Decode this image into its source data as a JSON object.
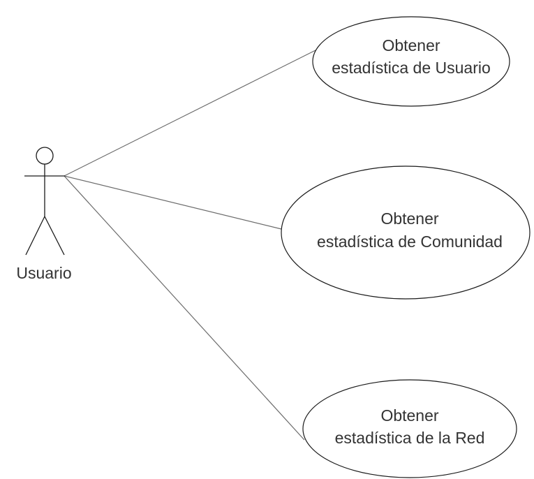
{
  "diagram": {
    "actor": {
      "name": "Usuario"
    },
    "use_cases": [
      {
        "line1": "Obtener",
        "line2": "estadística de Usuario"
      },
      {
        "line1": "Obtener",
        "line2": "estadística de Comunidad"
      },
      {
        "line1": "Obtener",
        "line2": "estadística de la Red"
      }
    ]
  }
}
